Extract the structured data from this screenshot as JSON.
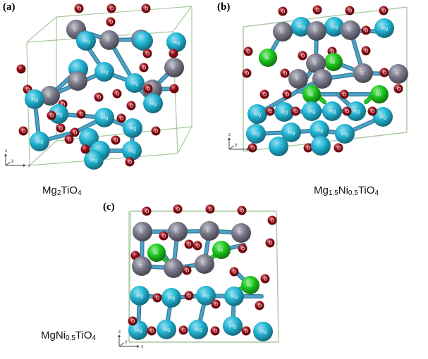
{
  "panels": [
    {
      "id": "a",
      "letter": "(a)",
      "formula": {
        "parts": [
          {
            "t": "Mg"
          },
          {
            "s": "2"
          },
          {
            "t": "TiO"
          },
          {
            "s": "4"
          }
        ]
      }
    },
    {
      "id": "b",
      "letter": "(b)",
      "formula": {
        "parts": [
          {
            "t": "Mg"
          },
          {
            "s": "1.5"
          },
          {
            "t": "Ni"
          },
          {
            "s": "0.5"
          },
          {
            "t": "TiO"
          },
          {
            "s": "4"
          }
        ]
      }
    },
    {
      "id": "c",
      "letter": "(c)",
      "formula": {
        "parts": [
          {
            "t": "MgNi"
          },
          {
            "s": "0.5"
          },
          {
            "t": "TiO"
          },
          {
            "s": "4"
          }
        ]
      }
    }
  ],
  "atom_labels": {
    "mg": "Mg",
    "ti": "Ti",
    "ni": "Ni",
    "o": "O"
  },
  "axis_labels": {
    "z": "z",
    "y": "y",
    "x": "x"
  },
  "colors": {
    "mg": "#22b8d8",
    "ti": "#7c7c8e",
    "ni": "#1ecc1e",
    "o": "#9b0a14",
    "bond": "#4aa3c8",
    "cell": "#a8c8a0"
  }
}
